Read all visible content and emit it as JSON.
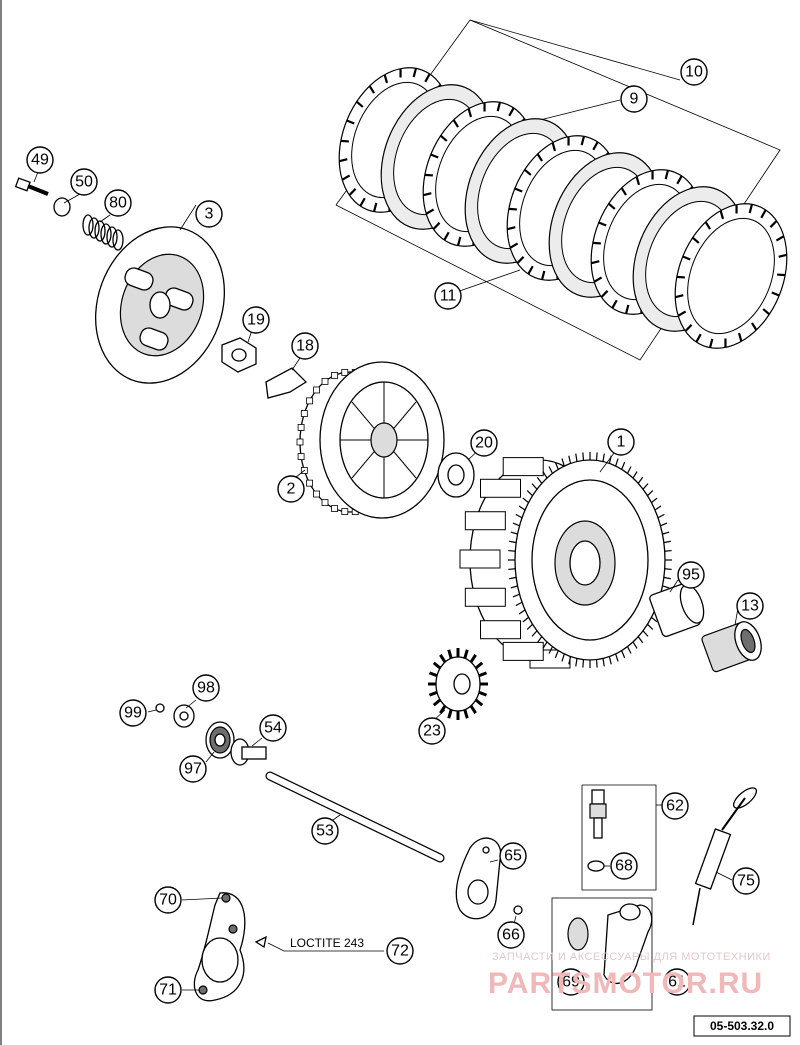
{
  "callouts": {
    "c1": "1",
    "c2": "2",
    "c3": "3",
    "c9": "9",
    "c10": "10",
    "c11": "11",
    "c13": "13",
    "c18": "18",
    "c19": "19",
    "c20": "20",
    "c23": "23",
    "c49": "49",
    "c50": "50",
    "c53": "53",
    "c54": "54",
    "c61": "61",
    "c62": "62",
    "c65": "65",
    "c66": "66",
    "c68": "68",
    "c69": "69",
    "c70": "70",
    "c71": "71",
    "c72": "72",
    "c75": "75",
    "c80": "80",
    "c95": "95",
    "c97": "97",
    "c98": "98",
    "c99": "99"
  },
  "annotation": {
    "loctite": "LOCTITE 243"
  },
  "diagram_code": "05-503.32.0",
  "watermark": {
    "tagline": "ЗАПЧАСТИ И АКСЕССУАРЫ ДЛЯ МОТОТЕХНИКИ",
    "site": "PARTSMOTOR.RU"
  }
}
